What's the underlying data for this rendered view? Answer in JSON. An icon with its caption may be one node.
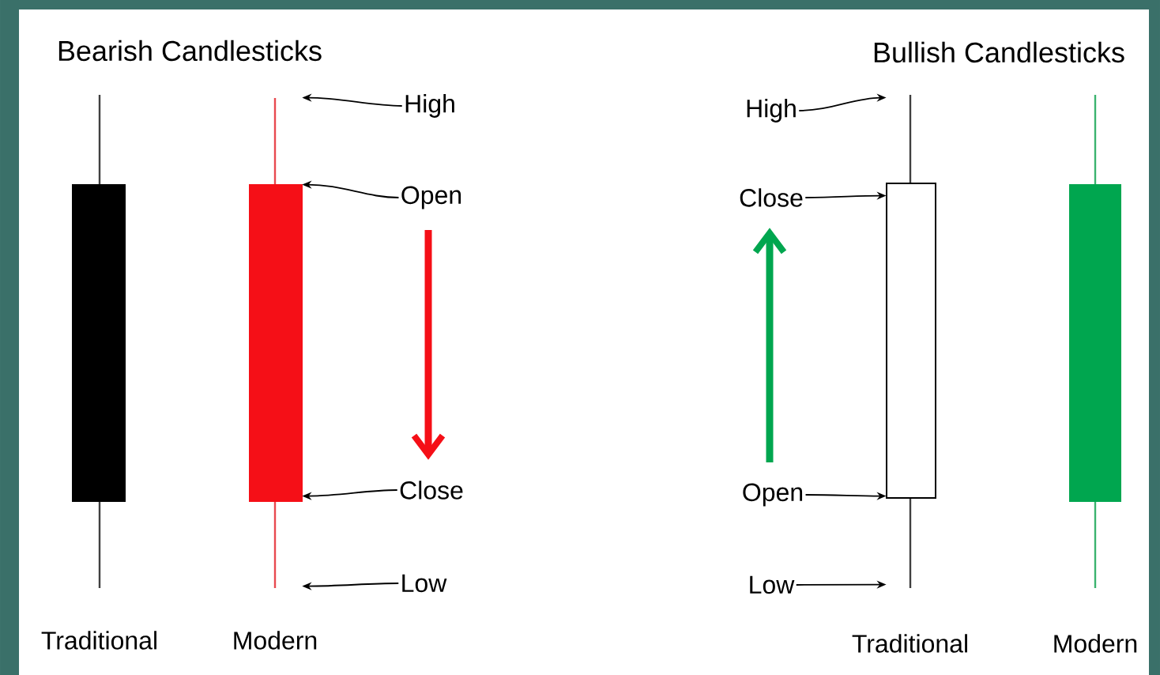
{
  "diagram": {
    "nodes": [
      {
        "text": [],
        "shape": "bar",
        "beside": [
          "Traditional"
        ]
      },
      {
        "text": [],
        "shape": "bar",
        "beside": [
          "Modern"
        ]
      },
      {
        "text": [
          "High"
        ]
      },
      {
        "text": [
          "Open"
        ]
      },
      {
        "text": [
          "Close"
        ]
      },
      {
        "text": [
          "Low"
        ]
      },
      {
        "text": [
          "High"
        ]
      },
      {
        "text": [
          "Close"
        ]
      },
      {
        "text": [
          "Open"
        ]
      },
      {
        "text": [
          "Low"
        ]
      },
      {
        "text": [],
        "shape": "bar",
        "beside": [
          "Traditional"
        ]
      },
      {
        "text": [],
        "shape": "bar",
        "beside": [
          "Modern"
        ]
      }
    ],
    "edges": [
      {
        "from": 2,
        "to": 1,
        "arrow": "to"
      },
      {
        "from": 3,
        "to": 1,
        "arrow": "to"
      },
      {
        "from": 4,
        "to": 1,
        "arrow": "to"
      },
      {
        "from": 5,
        "to": 1,
        "arrow": "to"
      },
      {
        "from": 6,
        "to": 10,
        "arrow": "to"
      },
      {
        "from": 7,
        "to": 10,
        "arrow": "to"
      },
      {
        "from": 8,
        "to": 10,
        "arrow": "to"
      },
      {
        "from": 9,
        "to": 10,
        "arrow": "to"
      },
      {
        "from": 3,
        "to": 4,
        "arrow": "to",
        "style": "thick",
        "color": "#f50f17"
      },
      {
        "from": 8,
        "to": 7,
        "arrow": "to",
        "style": "thick",
        "color": "#00a64f"
      }
    ],
    "labels": [
      "Bearish Candlesticks",
      "Bullish Candlesticks"
    ]
  }
}
